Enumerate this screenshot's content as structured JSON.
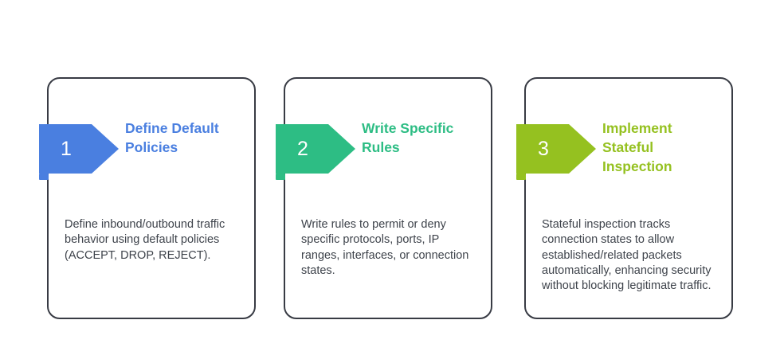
{
  "diagram": {
    "steps": [
      {
        "number": "1",
        "title": "Define Default Policies",
        "description": "Define inbound/outbound traffic behavior using default policies (ACCEPT, DROP, REJECT).",
        "accent": "#4a7fe0"
      },
      {
        "number": "2",
        "title": "Write Specific Rules",
        "description": "Write rules to permit or deny specific protocols, ports, IP ranges, interfaces, or connection states.",
        "accent": "#2dbd84"
      },
      {
        "number": "3",
        "title": "Implement Stateful Inspection",
        "description": "Stateful inspection tracks connection states to allow established/related packets automatically, enhancing security without blocking legitimate traffic.",
        "accent": "#95c120"
      }
    ]
  }
}
